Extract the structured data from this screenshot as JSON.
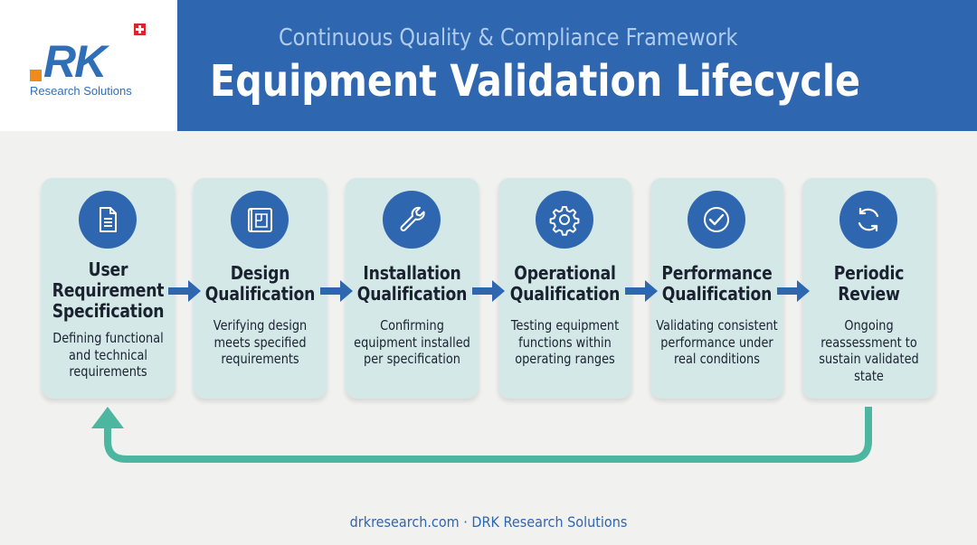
{
  "logo": {
    "text": "DRK",
    "subtitle": "Research Solutions"
  },
  "header": {
    "subtitle": "Continuous Quality & Compliance Framework",
    "title": "Equipment Validation Lifecycle"
  },
  "steps": [
    {
      "icon": "document-icon",
      "title_lines": [
        "User",
        "Requirement",
        "Specification"
      ],
      "desc_lines": [
        "Defining functional",
        "and technical",
        "requirements"
      ]
    },
    {
      "icon": "blueprint-icon",
      "title_lines": [
        "Design",
        "Qualification"
      ],
      "desc_lines": [
        "Verifying design",
        "meets specified",
        "requirements"
      ]
    },
    {
      "icon": "wrench-icon",
      "title_lines": [
        "Installation",
        "Qualification"
      ],
      "desc_lines": [
        "Confirming",
        "equipment installed",
        "per specification"
      ]
    },
    {
      "icon": "gear-icon",
      "title_lines": [
        "Operational",
        "Qualification"
      ],
      "desc_lines": [
        "Testing equipment",
        "functions within",
        "operating ranges"
      ]
    },
    {
      "icon": "checkmark-icon",
      "title_lines": [
        "Performance",
        "Qualification"
      ],
      "desc_lines": [
        "Validating consistent",
        "performance under",
        "real conditions"
      ]
    },
    {
      "icon": "refresh-icon",
      "title_lines": [
        "Periodic",
        "Review"
      ],
      "desc_lines": [
        "Ongoing",
        "reassessment to",
        "sustain validated",
        "state"
      ]
    }
  ],
  "footer": {
    "text": "drkresearch.com · DRK Research Solutions"
  },
  "colors": {
    "brand_blue": "#2f66b0",
    "card_bg": "#d4e8e8",
    "loop_teal": "#4db6a0",
    "logo_orange": "#f08a1c"
  }
}
